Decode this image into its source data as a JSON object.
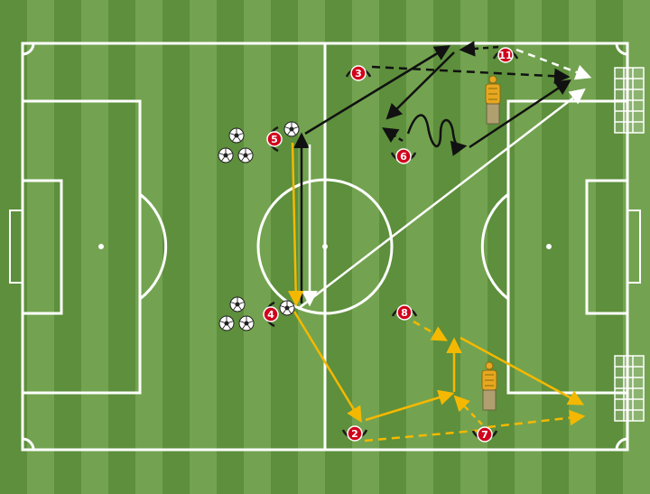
{
  "diagram": {
    "colors": {
      "stripe_dark": "#5d8f3c",
      "stripe_light": "#73a350",
      "line": "#ffffff",
      "player_fill": "#d0021b",
      "player_stroke": "#1a1a1a",
      "pass_yellow": "#f5b800",
      "run_black": "#111111",
      "ball_white": "#ffffff",
      "mannequin": "#e6a820"
    },
    "players": [
      {
        "number": "3"
      },
      {
        "number": "11"
      },
      {
        "number": "5"
      },
      {
        "number": "6"
      },
      {
        "number": "4"
      },
      {
        "number": "8"
      },
      {
        "number": "2"
      },
      {
        "number": "7"
      }
    ],
    "objects": {
      "ball_count": 8,
      "mannequin_count": 2,
      "goal_count": 2
    }
  }
}
